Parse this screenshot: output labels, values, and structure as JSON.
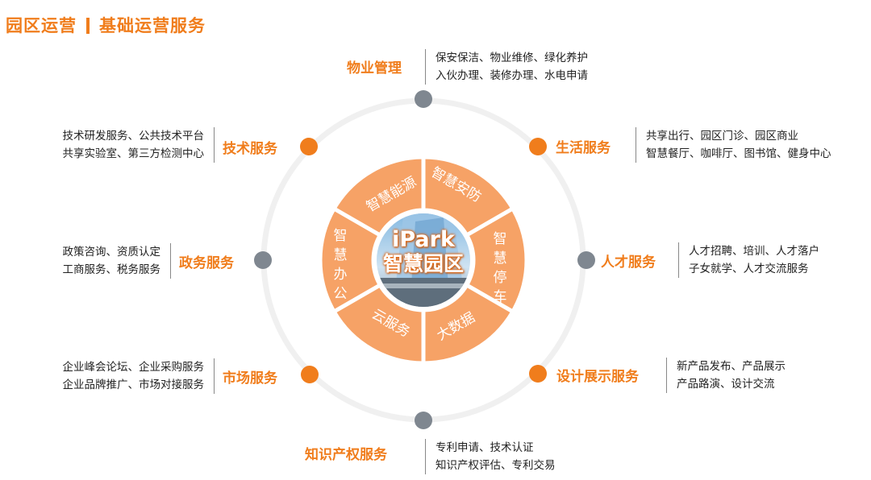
{
  "title": {
    "part1": "园区运营",
    "part2": "基础运营服务"
  },
  "center": {
    "line1": "iPark",
    "line2": "智慧园区"
  },
  "ring_segments": [
    "智慧能源",
    "智慧安防",
    "智慧停车",
    "大数据",
    "云服务",
    "智慧办公"
  ],
  "services": {
    "property": {
      "label": "物业管理",
      "line1": "保安保洁、物业维修、绿化养护",
      "line2": "入伙办理、装修办理、水电申请"
    },
    "life": {
      "label": "生活服务",
      "line1": "共享出行、园区门诊、园区商业",
      "line2": "智慧餐厅、咖啡厅、图书馆、健身中心"
    },
    "talent": {
      "label": "人才服务",
      "line1": "人才招聘、培训、人才落户",
      "line2": "子女就学、人才交流服务"
    },
    "design": {
      "label": "设计展示服务",
      "line1": "新产品发布、产品展示",
      "line2": "产品路演、设计交流"
    },
    "ip": {
      "label": "知识产权服务",
      "line1": "专利申请、技术认证",
      "line2": "知识产权评估、专利交易"
    },
    "market": {
      "label": "市场服务",
      "line1": "企业峰会论坛、企业采购服务",
      "line2": "企业品牌推广、市场对接服务"
    },
    "gov": {
      "label": "政务服务",
      "line1": "政策咨询、资质认定",
      "line2": "工商服务、税务服务"
    },
    "tech": {
      "label": "技术服务",
      "line1": "技术研发服务、公共技术平台",
      "line2": "共享实验室、第三方检测中心"
    }
  },
  "colors": {
    "accent": "#f07d1c",
    "ring_fill": "#f6a266",
    "outer_ring": "#f0f0f0",
    "gray_dot": "#7f8790"
  }
}
